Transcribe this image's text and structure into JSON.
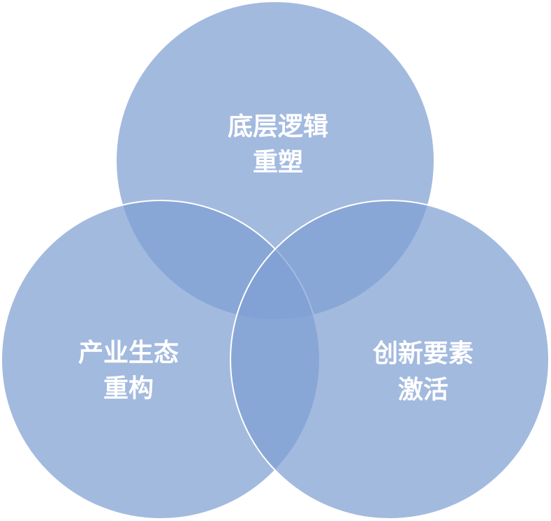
{
  "diagram": {
    "type": "venn",
    "fill_color": "#7f9fd3",
    "stroke_color": "#ffffff",
    "text_color": "#ffffff",
    "sets": [
      {
        "line1": "底层逻辑",
        "line2": "重塑"
      },
      {
        "line1": "产业生态",
        "line2": "重构"
      },
      {
        "line1": "创新要素",
        "line2": "激活"
      }
    ]
  }
}
